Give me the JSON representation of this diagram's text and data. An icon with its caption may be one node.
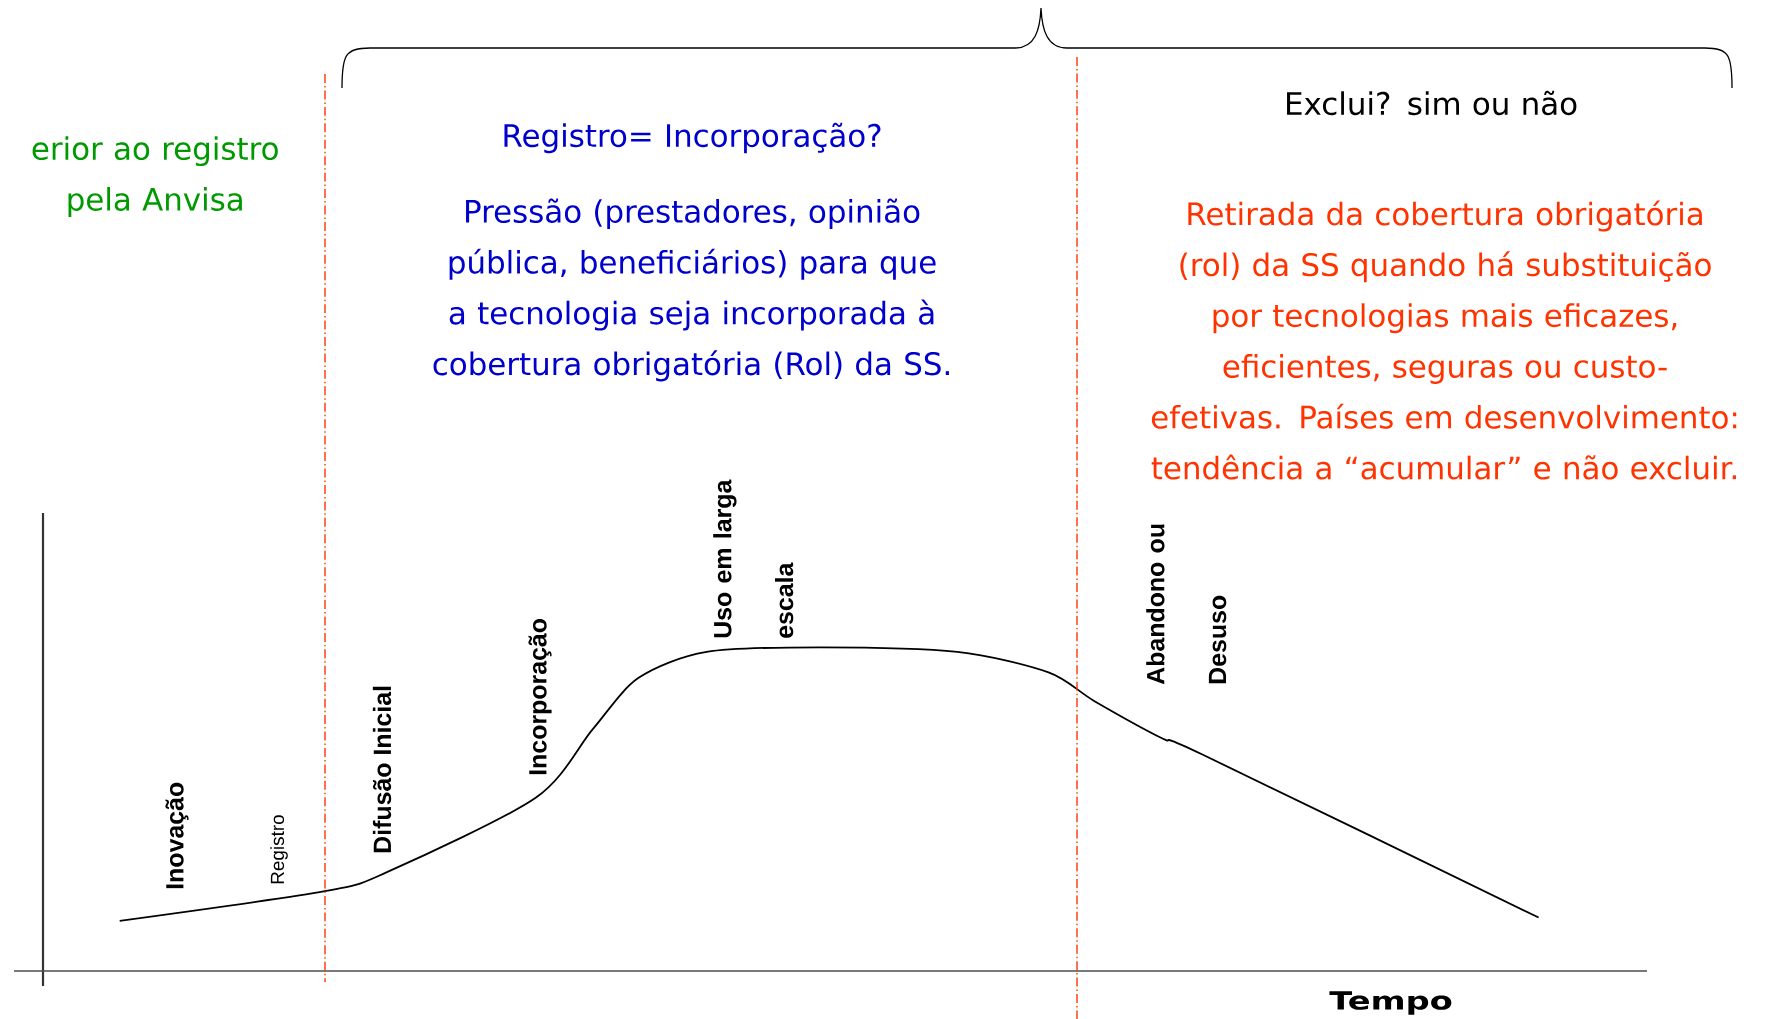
{
  "diagram": {
    "labels": [
      "erior ao registro pela Anvisa",
      "Registro= Incorporação?",
      "Pressão (prestadores, opinião pública, beneficiários) para que a tecnologia seja incorporada à cobertura obrigatória (Rol) da SS.",
      "Exclui? sim ou não",
      "Retirada da cobertura obrigatória (rol) da SS quando há substituição por tecnologias mais eficazes, eficientes, seguras ou custo-efetivas. Países em desenvolvimento: tendência a “acumular” e não excluir.",
      "Inovação",
      "Registro",
      "Difusão Inicial",
      "Incorporação",
      "Uso em larga escala",
      "Abandono ou Desuso",
      "Tempo"
    ]
  }
}
